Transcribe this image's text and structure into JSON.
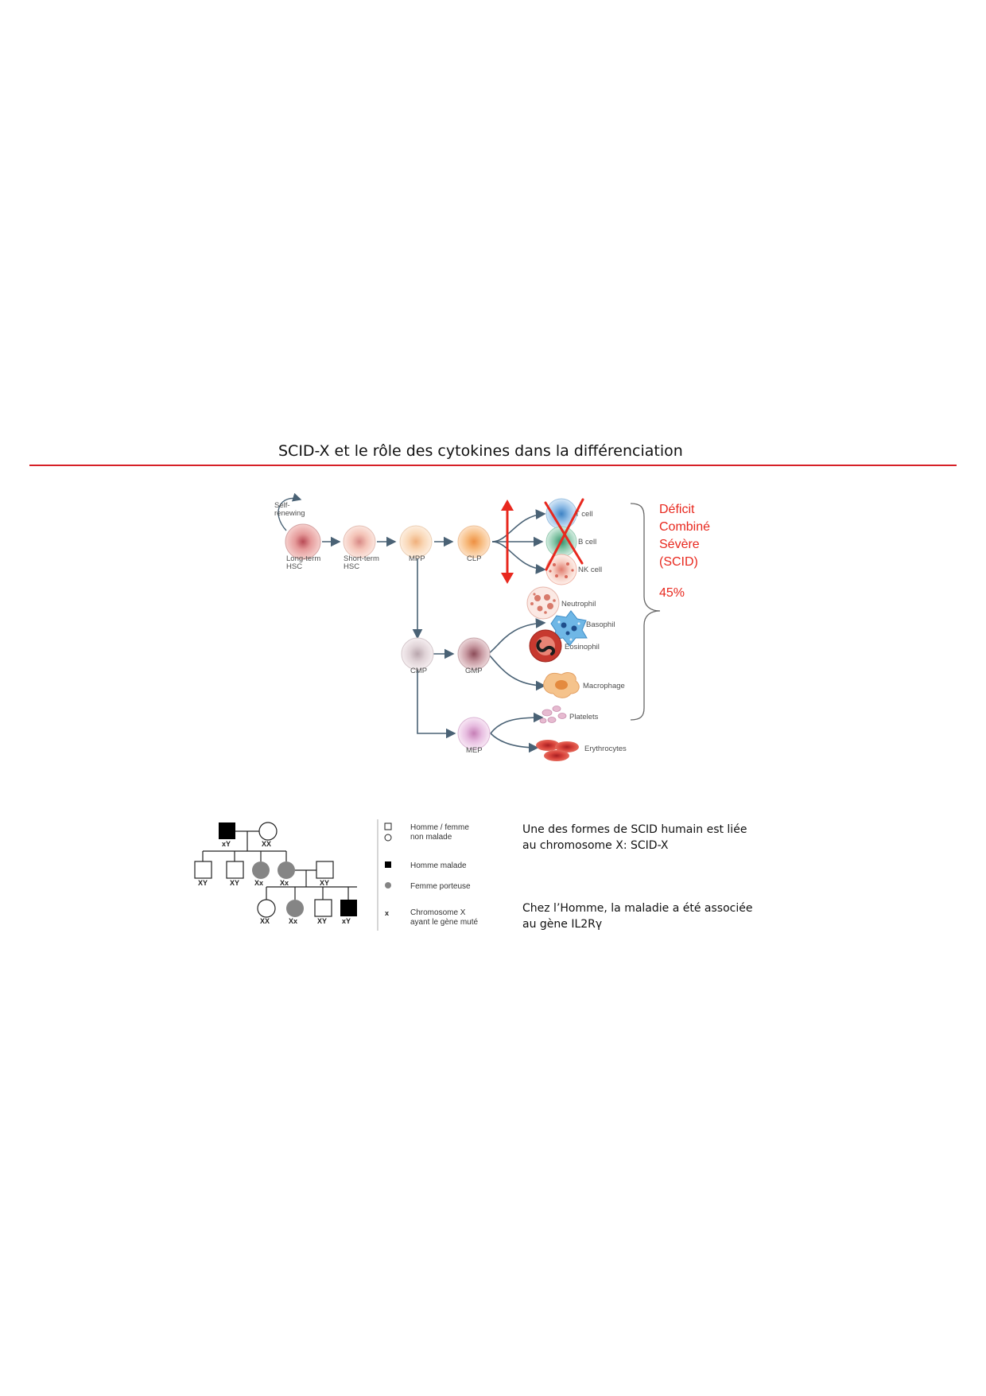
{
  "page": {
    "title": "SCID-X et le rôle des cytokines dans la différenciation"
  },
  "hematopoiesis": {
    "self_renewing": [
      "Self-",
      "renewing"
    ],
    "long_term": [
      "Long-term",
      "HSC"
    ],
    "short_term": [
      "Short-term",
      "HSC"
    ],
    "mpp": "MPP",
    "clp": "CLP",
    "cmp": "CMP",
    "gmp": "GMP",
    "mep": "MEP",
    "t_cell": "T cell",
    "b_cell": "B cell",
    "nk_cell": "NK cell",
    "neutrophil": "Neutrophil",
    "basophil": "Basophil",
    "eosinophil": "Eosinophil",
    "macrophage": "Macrophage",
    "platelets": "Platelets",
    "erythrocytes": "Erythrocytes"
  },
  "scid_note": {
    "lines": [
      "Déficit",
      "Combiné",
      "Sévère",
      "(SCID)"
    ],
    "percent": "45%",
    "color": "#e8281e"
  },
  "pedigree": {
    "gen1": [
      "xY",
      "XX"
    ],
    "gen2": [
      "XY",
      "XY",
      "Xx",
      "Xx",
      "XY"
    ],
    "gen3": [
      "XX",
      "Xx",
      "XY",
      "xY"
    ]
  },
  "legend": {
    "healthy": [
      "Homme / femme",
      "non malade"
    ],
    "affected_male": "Homme  malade",
    "carrier_female": "Femme porteuse",
    "mutated_x": [
      "Chromosome X",
      "ayant le gène muté"
    ],
    "mutated_x_symbol": "x"
  },
  "notes": {
    "line1": "Une des formes de SCID humain est liée",
    "line2": "au chromosome X: SCID-X",
    "line3": "Chez l’Homme, la maladie a été associée",
    "line4": "au gène IL2Rγ"
  }
}
